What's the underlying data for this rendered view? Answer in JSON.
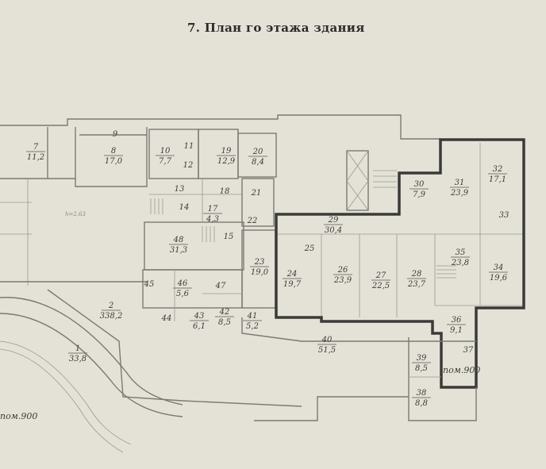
{
  "title": "7. План  го этажа здания",
  "rooms": [
    {
      "n": "7",
      "a": "11,2"
    },
    {
      "n": "8",
      "a": "17,0"
    },
    {
      "n": "9",
      "a": ""
    },
    {
      "n": "10",
      "a": "7,7"
    },
    {
      "n": "11",
      "a": ""
    },
    {
      "n": "12",
      "a": ""
    },
    {
      "n": "19",
      "a": "12,9"
    },
    {
      "n": "20",
      "a": "8,4"
    },
    {
      "n": "13",
      "a": ""
    },
    {
      "n": "18",
      "a": ""
    },
    {
      "n": "21",
      "a": ""
    },
    {
      "n": "14",
      "a": ""
    },
    {
      "n": "17",
      "a": "4,3"
    },
    {
      "n": "22",
      "a": ""
    },
    {
      "n": "15",
      "a": ""
    },
    {
      "n": "48",
      "a": "31,3"
    },
    {
      "n": "23",
      "a": "19,0"
    },
    {
      "n": "29",
      "a": "30,4"
    },
    {
      "n": "30",
      "a": "7,9"
    },
    {
      "n": "31",
      "a": "23,9"
    },
    {
      "n": "32",
      "a": "17,1"
    },
    {
      "n": "33",
      "a": ""
    },
    {
      "n": "24",
      "a": "19,7"
    },
    {
      "n": "25",
      "a": ""
    },
    {
      "n": "26",
      "a": "23,9"
    },
    {
      "n": "27",
      "a": "22,5"
    },
    {
      "n": "28",
      "a": "23,7"
    },
    {
      "n": "35",
      "a": "23,8"
    },
    {
      "n": "34",
      "a": "19,6"
    },
    {
      "n": "45",
      "a": ""
    },
    {
      "n": "46",
      "a": "5,6"
    },
    {
      "n": "47",
      "a": ""
    },
    {
      "n": "44",
      "a": ""
    },
    {
      "n": "43",
      "a": "6,1"
    },
    {
      "n": "42",
      "a": "8,5"
    },
    {
      "n": "41",
      "a": "5,2"
    },
    {
      "n": "2",
      "a": "338,2"
    },
    {
      "n": "36",
      "a": "9,1"
    },
    {
      "n": "40",
      "a": "51,5"
    },
    {
      "n": "39",
      "a": "8,5"
    },
    {
      "n": "37",
      "a": ""
    },
    {
      "n": "1",
      "a": "33,8"
    },
    {
      "n": "38",
      "a": "8,8"
    }
  ],
  "pom_labels": [
    "пом.900",
    "пом.900"
  ],
  "ceiling_height": "h=2,63"
}
